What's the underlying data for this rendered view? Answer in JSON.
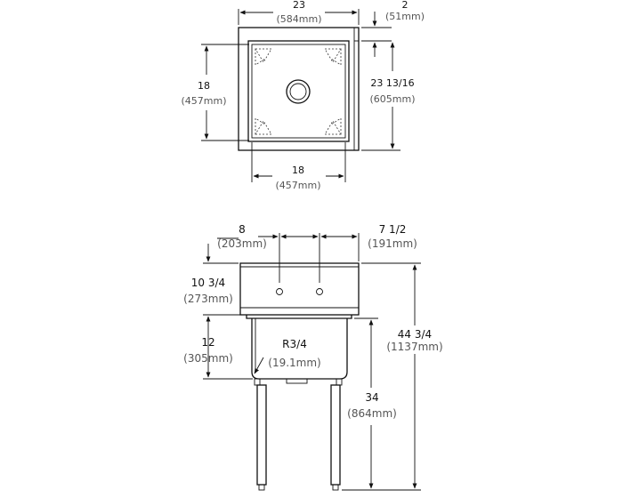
{
  "top_view": {
    "overall_width": {
      "in": "23",
      "mm": "(584mm)"
    },
    "backsplash": {
      "in": "2",
      "mm": "(51mm)"
    },
    "overall_depth": {
      "in": "23 13/16",
      "mm": "(605mm)"
    },
    "bowl_depth": {
      "in": "18",
      "mm": "(457mm)"
    },
    "bowl_width": {
      "in": "18",
      "mm": "(457mm)"
    }
  },
  "front_view": {
    "faucet_spacing": {
      "in": "8",
      "mm": "(203mm)"
    },
    "faucet_offset": {
      "in": "7 1/2",
      "mm": "(191mm)"
    },
    "splash_height": {
      "in": "10 3/4",
      "mm": "(273mm)"
    },
    "bowl_height": {
      "in": "12",
      "mm": "(305mm)"
    },
    "corner_radius": {
      "in": "R3/4",
      "mm": "(19.1mm)"
    },
    "rim_height": {
      "in": "34",
      "mm": "(864mm)"
    },
    "overall_height": {
      "in": "44 3/4",
      "mm": "(1137mm)"
    }
  }
}
